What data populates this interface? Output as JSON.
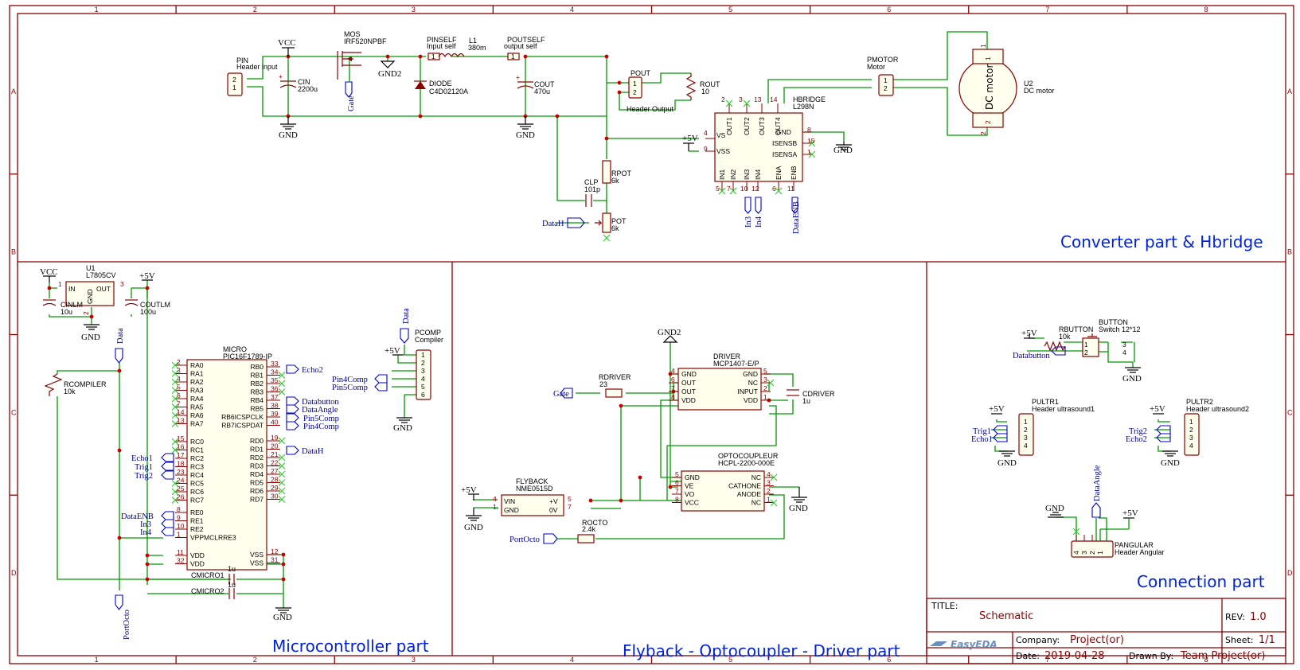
{
  "sheet": {
    "ruler_columns": [
      "1",
      "2",
      "3",
      "4",
      "5",
      "6",
      "7",
      "8"
    ],
    "ruler_rows": [
      "A",
      "B",
      "C",
      "D"
    ]
  },
  "sections": {
    "converter": "Converter part & Hbridge",
    "micro": "Microcontroller part",
    "flyback": "Flyback - Optocoupler - Driver part",
    "connection": "Connection part"
  },
  "title_block": {
    "title_label": "TITLE:",
    "title_value": "Schematic",
    "rev_label": "REV:",
    "rev_value": "1.0",
    "company_label": "Company:",
    "company_value": "Project(or)",
    "sheet_label": "Sheet:",
    "sheet_value": "1/1",
    "date_label": "Date:",
    "date_value": "2019-04-28",
    "drawn_label": "Drawn By:",
    "drawn_value": "Team Project(or)",
    "logo": "EasyEDA"
  },
  "converter": {
    "pin": {
      "ref": "PIN",
      "desc": "Header input",
      "p2": "2",
      "p1": "1"
    },
    "vcc": "VCC",
    "cin": {
      "ref": "CIN",
      "value": "2200u"
    },
    "mos": {
      "ref": "MOS",
      "value": "IRF520NPBF"
    },
    "gate": "Gate",
    "gnd2": "GND2",
    "diode": {
      "ref": "DIODE",
      "value": "C4D02120A"
    },
    "pinself": {
      "ref": "PINSELF",
      "desc": "Input self"
    },
    "l1": {
      "ref": "L1",
      "value": "380m"
    },
    "poutself": {
      "ref": "POUTSELF",
      "desc": "output self"
    },
    "cout": {
      "ref": "COUT",
      "value": "470u"
    },
    "pout": {
      "ref": "POUT",
      "desc": "Header Output"
    },
    "rout": {
      "ref": "ROUT",
      "value": "10"
    },
    "rpot": {
      "ref": "RPOT",
      "value": "6k"
    },
    "clp": {
      "ref": "CLP",
      "value": "101p"
    },
    "pot": {
      "ref": "POT",
      "value": "6k"
    },
    "datah": "DataH",
    "plus5v": "+5V",
    "gnd": "GND",
    "hbridge": {
      "ref": "HBRIDGE",
      "value": "L298N",
      "top_pins": [
        "OUT1",
        "OUT2",
        "OUT3",
        "OUT4"
      ],
      "top_nums": [
        "2",
        "3",
        "13",
        "14"
      ],
      "left_pins": [
        "VS",
        "VSS"
      ],
      "left_nums": [
        "4",
        "9"
      ],
      "right_pins": [
        "GND",
        "ISENSB",
        "ISENSA"
      ],
      "right_nums": [
        "8",
        "15",
        "1"
      ],
      "bottom_pins": [
        "IN1",
        "IN2",
        "IN3",
        "IN4",
        "ENA",
        "ENB"
      ],
      "bottom_nums": [
        "5",
        "7",
        "10",
        "12",
        "6",
        "11"
      ],
      "in3": "In3",
      "in4": "In4",
      "dataenb": "DataENB"
    },
    "pmotor": {
      "ref": "PMOTOR",
      "desc": "Motor"
    },
    "u2": {
      "ref": "U2",
      "desc": "DC motor",
      "body": "DC motor"
    }
  },
  "micro": {
    "vcc": "VCC",
    "u1": {
      "ref": "U1",
      "value": "L7805CV",
      "in": "IN",
      "out": "OUT",
      "gnd": "GND"
    },
    "cinlm": {
      "ref": "CINLM",
      "value": "10u"
    },
    "coutlm": {
      "ref": "COUTLM",
      "value": "100u"
    },
    "plus5v": "+5V",
    "gnd": "GND",
    "data": "Data",
    "rcompiler": {
      "ref": "RCOMPILER",
      "value": "10k"
    },
    "chip": {
      "ref": "MICRO",
      "value": "PIC16F1789-IP",
      "left_a": [
        "RA0",
        "RA1",
        "RA2",
        "RA3",
        "RA4",
        "RA5",
        "RA6",
        "RA7"
      ],
      "left_a_nums": [
        "2",
        "3",
        "4",
        "5",
        "6",
        "7",
        "14",
        "13"
      ],
      "left_c": [
        "RC0",
        "RC1",
        "RC2",
        "RC3",
        "RC4",
        "RC5",
        "RC6",
        "RC7"
      ],
      "left_c_nums": [
        "15",
        "16",
        "17",
        "18",
        "23",
        "24",
        "25",
        "26"
      ],
      "left_e": [
        "RE0",
        "RE1",
        "RE2",
        "VPPMCLRRE3"
      ],
      "left_e_nums": [
        "8",
        "9",
        "10",
        "1"
      ],
      "left_v": [
        "VDD",
        "VDD"
      ],
      "left_v_nums": [
        "11",
        "32"
      ],
      "right_b": [
        "RB0",
        "RB1",
        "RB2",
        "RB3",
        "RB4",
        "RB5",
        "RB6ICSPCLK",
        "RB7ICSPDAT"
      ],
      "right_b_nums": [
        "33",
        "34",
        "35",
        "36",
        "37",
        "38",
        "39",
        "40"
      ],
      "right_d": [
        "RD0",
        "RD1",
        "RD2",
        "RD3",
        "RD4",
        "RD5",
        "RD6",
        "RD7"
      ],
      "right_d_nums": [
        "19",
        "20",
        "21",
        "22",
        "27",
        "28",
        "29",
        "30"
      ],
      "right_v": [
        "VSS",
        "VSS"
      ],
      "right_v_nums": [
        "12",
        "31"
      ]
    },
    "nets": {
      "echo2": "Echo2",
      "databutton": "Databutton",
      "dataangle": "DataAngle",
      "pin5comp": "Pin5Comp",
      "pin4comp": "Pin4Comp",
      "datah": "DataH",
      "echo1": "Echo1",
      "trig1": "Trig1",
      "trig2": "Trig2",
      "dataenb": "DataENB",
      "in3": "In3",
      "in4": "In4",
      "portocto": "PortOcto"
    },
    "cmicro1": {
      "ref": "CMICRO1",
      "value": "1u"
    },
    "cmicro2": {
      "ref": "CMICRO2",
      "value": "1u"
    },
    "pcomp": {
      "ref": "PCOMP",
      "desc": "Compiler",
      "nums": [
        "1",
        "2",
        "3",
        "4",
        "5",
        "6"
      ]
    },
    "pcomp_nets": {
      "data": "Data",
      "plus5v": "+5V",
      "pin4comp": "Pin4Comp",
      "pin5comp": "Pin5Comp",
      "gnd": "GND"
    }
  },
  "flyback": {
    "gnd2": "GND2",
    "driver": {
      "ref": "DRIVER",
      "value": "MCP1407-E/P",
      "left": [
        "GND",
        "OUT",
        "OUT",
        "VDD"
      ],
      "left_nums": [
        "4",
        "6",
        "7",
        "8"
      ],
      "right": [
        "GND",
        "NC",
        "INPUT",
        "VDD"
      ],
      "right_nums": [
        "5",
        "3",
        "2",
        "1"
      ]
    },
    "rdriver": {
      "ref": "RDRIVER",
      "value": "23"
    },
    "gate": "Gate",
    "cdriver": {
      "ref": "CDRIVER",
      "value": "1u"
    },
    "opto": {
      "ref": "OPTOCOUPLEUR",
      "value": "HCPL-2200-000E",
      "left": [
        "GND",
        "VE",
        "VO",
        "VCC"
      ],
      "left_nums": [
        "5",
        "6",
        "7",
        "8"
      ],
      "right": [
        "NC",
        "CATHONE",
        "ANODE",
        "NC"
      ],
      "right_nums": [
        "4",
        "3",
        "2",
        "1"
      ]
    },
    "flyback": {
      "ref": "FLYBACK",
      "value": "NME0515D",
      "left": [
        "VIN",
        "GND"
      ],
      "left_nums": [
        "4",
        "1"
      ],
      "right": [
        "+V",
        "0V"
      ],
      "right_nums": [
        "5",
        "7"
      ]
    },
    "plus5v": "+5V",
    "gnd": "GND",
    "rocto": {
      "ref": "ROCTO",
      "value": "2.4k"
    },
    "portocto": "PortOcto"
  },
  "connection": {
    "plus5v": "+5V",
    "rbutton": {
      "ref": "RBUTTON",
      "value": "10k"
    },
    "button": {
      "ref": "BUTTON",
      "value": "Switch 12*12"
    },
    "databutton": "Databutton",
    "gnd": "GND",
    "pultr1": {
      "ref": "PULTR1",
      "desc": "Header ultrasound1"
    },
    "pultr2": {
      "ref": "PULTR2",
      "desc": "Header ultrasound2"
    },
    "trig1": "Trig1",
    "echo1": "Echo1",
    "trig2": "Trig2",
    "echo2": "Echo2",
    "dataangle": "DataAngle",
    "pangular": {
      "ref": "PANGULAR",
      "desc": "Header Angular",
      "nums": [
        "4",
        "3",
        "2",
        "1"
      ]
    }
  }
}
